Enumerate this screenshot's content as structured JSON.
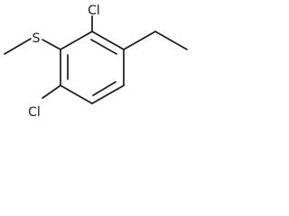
{
  "molecule": {
    "atoms": {
      "chlorine_top": "Cl",
      "sulfur": "S",
      "chlorine_bottom": "Cl"
    }
  }
}
